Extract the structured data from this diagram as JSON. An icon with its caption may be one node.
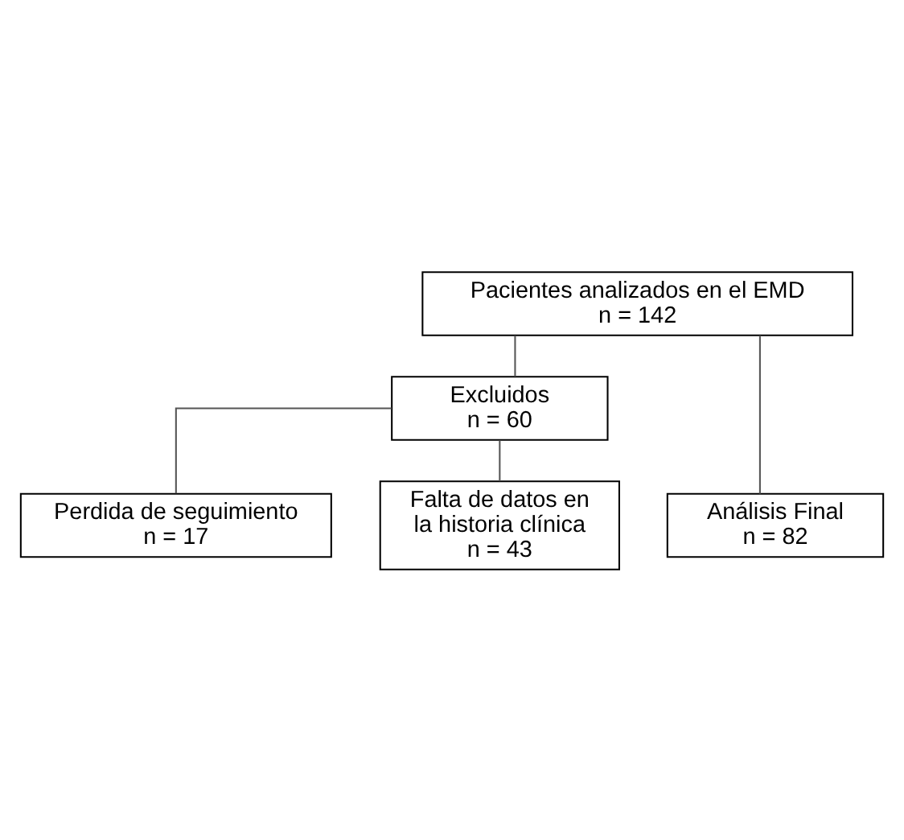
{
  "diagram": {
    "nodes": [
      {
        "text": [
          "Pacientes analizados en el EMD",
          "n = 142"
        ]
      },
      {
        "text": [
          "Excluidos",
          "n = 60"
        ]
      },
      {
        "text": [
          "Perdida de seguimiento",
          "n = 17"
        ]
      },
      {
        "text": [
          "Falta de datos en la historia clínica",
          "n = 43"
        ]
      },
      {
        "text": [
          "Análisis Final",
          "n = 82"
        ]
      }
    ],
    "edges": [
      {
        "from": 0,
        "to": 1,
        "arrow": "none"
      },
      {
        "from": 1,
        "to": 2,
        "arrow": "none"
      },
      {
        "from": 1,
        "to": 3,
        "arrow": "none"
      },
      {
        "from": 0,
        "to": 4,
        "arrow": "none"
      }
    ]
  }
}
